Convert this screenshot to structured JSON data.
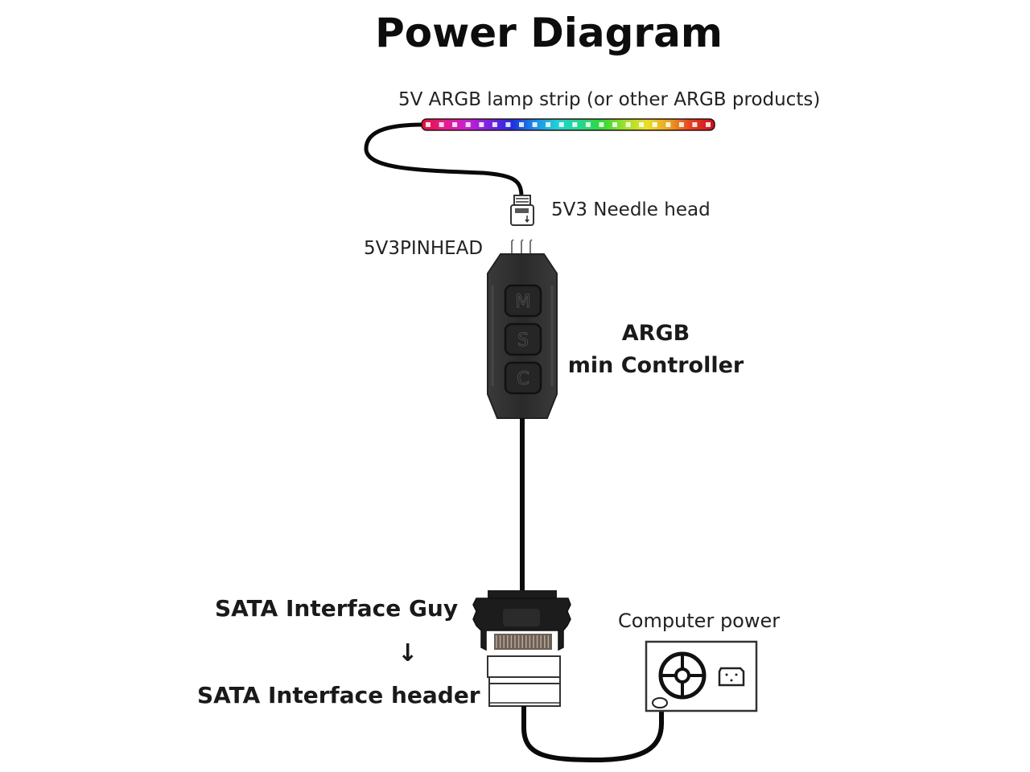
{
  "title": "Power Diagram",
  "labels": {
    "strip": "5V ARGB lamp strip (or other ARGB products)",
    "needle_head": "5V3 Needle head",
    "pinhead": "5V3PINHEAD",
    "controller_line1": "ARGB",
    "controller_line2": "min Controller",
    "sata_guy": "SATA Interface Guy",
    "sata_arrow": "↓",
    "sata_header": "SATA Interface header",
    "computer_power": "Computer power"
  },
  "controller_buttons": [
    "M",
    "S",
    "C"
  ],
  "led_strip": {
    "led_count": 22,
    "gradient_colors": [
      "#e0103a",
      "#e81b8a",
      "#c91fd0",
      "#7a22e0",
      "#1f2ee0",
      "#1a8be8",
      "#20d0d8",
      "#22d890",
      "#2ed83a",
      "#9be02a",
      "#e8e02a",
      "#e8a020",
      "#e83a20",
      "#c81020"
    ]
  },
  "colors": {
    "cable": "#0a0a0a",
    "controller_body": "#2b2b2b",
    "controller_edge": "#3d3d3d",
    "connector_black": "#1c1c1c"
  }
}
